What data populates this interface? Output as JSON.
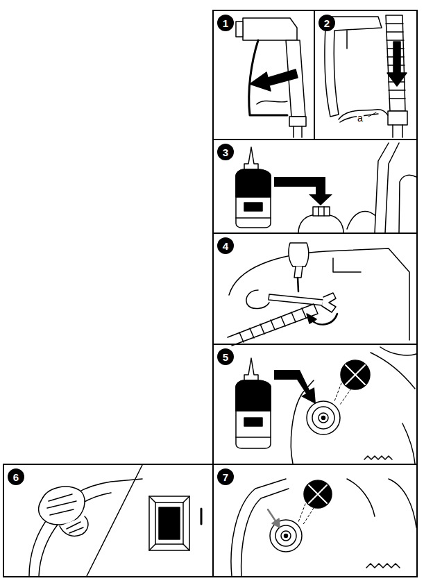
{
  "diagram": {
    "nodes": [
      {
        "text": [
          "1"
        ]
      },
      {
        "text": [
          "2"
        ]
      },
      {
        "text": [
          "3"
        ]
      },
      {
        "text": [
          "4"
        ]
      },
      {
        "text": [
          "5"
        ]
      },
      {
        "text": [
          "6"
        ]
      },
      {
        "text": [
          "7"
        ]
      }
    ],
    "labels": [
      "a"
    ]
  }
}
